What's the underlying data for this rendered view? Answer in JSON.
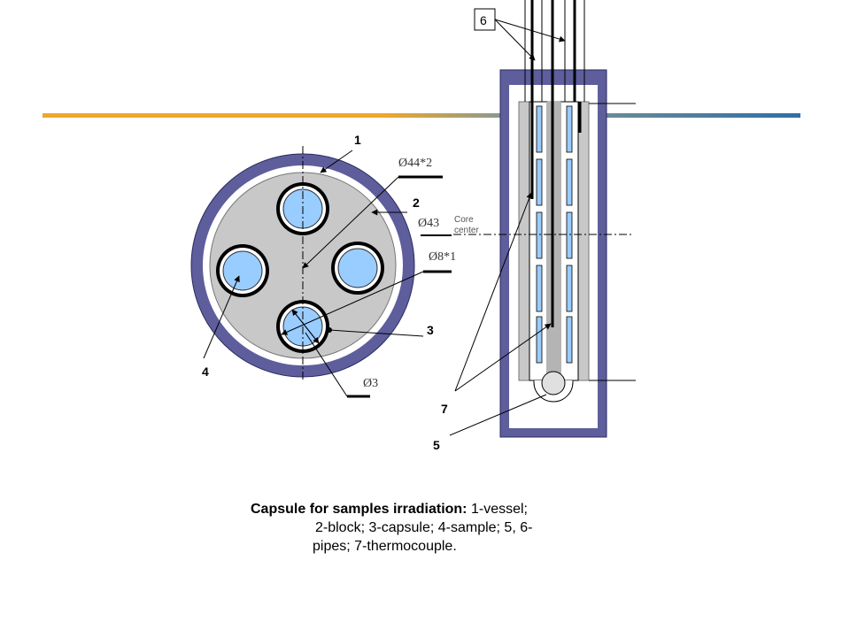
{
  "labels": {
    "vessel": "1",
    "block": "2",
    "capsule": "3",
    "sample": "4",
    "pipe5": "5",
    "pipe6": "6",
    "thermocouple": "7"
  },
  "dimensions": {
    "vessel": "Ø44*2",
    "block": "Ø43",
    "capsule": "Ø8*1",
    "sample": "Ø3"
  },
  "core_center": [
    "Core",
    "center"
  ],
  "caption": {
    "title": "Capsule for samples irradiation:",
    "line1_rest": " 1-vessel;",
    "line2": "2-block; 3-capsule; 4-sample;  5, 6-",
    "line3": "pipes; 7-thermocouple."
  },
  "colors": {
    "vessel": "#5e5e9c",
    "block": "#c8c8c8",
    "sample": "#99ccff",
    "accent_left": "#f0a62a",
    "accent_right": "#2f6ea8"
  }
}
